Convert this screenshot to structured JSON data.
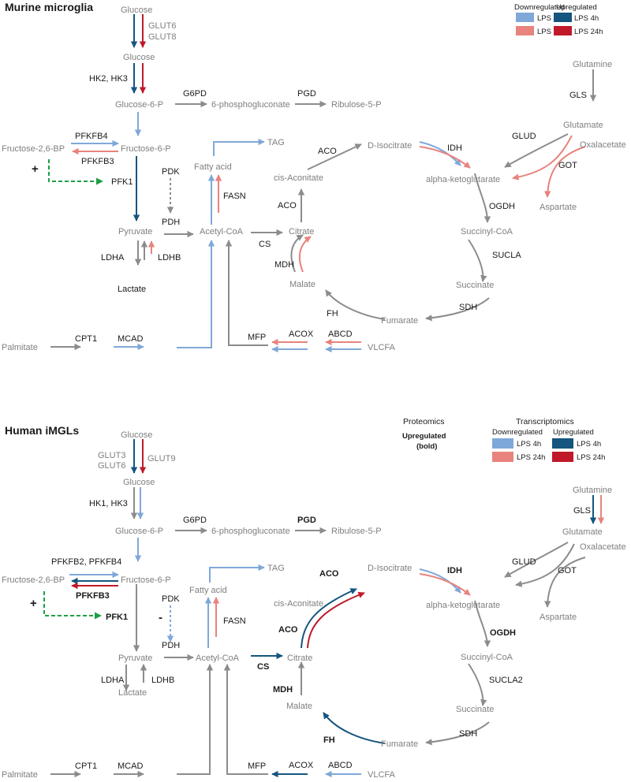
{
  "colors": {
    "gray": "#8c8c8c",
    "down_4h": "#7fa8d9",
    "down_24h": "#e8837d",
    "up_4h": "#15557f",
    "up_24h": "#c0192a",
    "green": "#1f9f45"
  },
  "murine": {
    "title": "Murine microglia",
    "legend": {
      "down_header": "Downregulated",
      "up_header": "Upregulated",
      "lps4": "LPS 4h",
      "lps24": "LPS 24h"
    },
    "met": {
      "glucose_ext": "Glucose",
      "glucose": "Glucose",
      "g6p": "Glucose-6-P",
      "pg6": "6-phosphogluconate",
      "ru5p": "Ribulose-5-P",
      "f26bp": "Fructose-2,6-BP",
      "f6p": "Fructose-6-P",
      "tag": "TAG",
      "fatty_acid": "Fatty acid",
      "pyruvate": "Pyruvate",
      "acetyl_coa": "Acetyl-CoA",
      "lactate": "Lactate",
      "palmitate": "Palmitate",
      "vlcfa": "VLCFA",
      "citrate": "Citrate",
      "cis_aconitate": "cis-Aconitate",
      "d_isocitrate": "D-Isocitrate",
      "akg": "alpha-ketoglutarate",
      "succinyl_coa": "Succinyl-CoA",
      "succinate": "Succinate",
      "fumarate": "Fumarate",
      "malate": "Malate",
      "glutamine": "Glutamine",
      "glutamate": "Glutamate",
      "oxalacetate": "Oxalacetate",
      "aspartate": "Aspartate"
    },
    "enz": {
      "glut": "GLUT6",
      "glut2": "GLUT8",
      "hk": "HK2, HK3",
      "g6pd": "G6PD",
      "pgd": "PGD",
      "pfkfb_a": "PFKFB4",
      "pfkfb_b": "PFKFB3",
      "pfk1": "PFK1",
      "pdk": "PDK",
      "pdh": "PDH",
      "fasn": "FASN",
      "ldha": "LDHA",
      "ldhb": "LDHB",
      "cs": "CS",
      "aco1": "ACO",
      "aco2": "ACO",
      "idh": "IDH",
      "ogdh": "OGDH",
      "sucla": "SUCLA",
      "sdh": "SDH",
      "fh": "FH",
      "mdh": "MDH",
      "gls": "GLS",
      "glud": "GLUD",
      "got": "GOT",
      "cpt1": "CPT1",
      "mcad": "MCAD",
      "mfp": "MFP",
      "acox": "ACOX",
      "abcd": "ABCD"
    },
    "plus": "+"
  },
  "human": {
    "title": "Human iMGLs",
    "legend": {
      "proteomics": "Proteomics",
      "prot_up": "Upregulated",
      "prot_bold": "(bold)",
      "transcriptomics": "Transcriptomics",
      "down_header": "Downregulated",
      "up_header": "Upregulated",
      "lps4": "LPS 4h",
      "lps24": "LPS 24h"
    },
    "met": {
      "glucose_ext": "Glucose",
      "glucose": "Glucose",
      "g6p": "Glucose-6-P",
      "pg6": "6-phosphogluconate",
      "ru5p": "Ribulose-5-P",
      "f26bp": "Fructose-2,6-BP",
      "f6p": "Fructose-6-P",
      "tag": "TAG",
      "fatty_acid": "Fatty acid",
      "pyruvate": "Pyruvate",
      "acetyl_coa": "Acetyl-CoA",
      "lactate": "Lactate",
      "palmitate": "Palmitate",
      "vlcfa": "VLCFA",
      "citrate": "Citrate",
      "cis_aconitate": "cis-Aconitate",
      "d_isocitrate": "D-Isocitrate",
      "akg": "alpha-ketoglutarate",
      "succinyl_coa": "Succinyl-CoA",
      "succinate": "Succinate",
      "fumarate": "Fumarate",
      "malate": "Malate",
      "glutamine": "Glutamine",
      "glutamate": "Glutamate",
      "oxalacetate": "Oxalacetate",
      "aspartate": "Aspartate"
    },
    "enz": {
      "glut": "GLUT3",
      "glut2": "GLUT6",
      "glut3": "GLUT9",
      "hk": "HK1, HK3",
      "g6pd": "G6PD",
      "pgd": "PGD",
      "pfkfb_a": "PFKFB2, PFKFB4",
      "pfkfb_b": "PFKFB3",
      "pfk1": "PFK1",
      "pdk": "PDK",
      "pdh": "PDH",
      "fasn": "FASN",
      "ldha": "LDHA",
      "ldhb": "LDHB",
      "cs": "CS",
      "aco1": "ACO",
      "aco2": "ACO",
      "idh": "IDH",
      "ogdh": "OGDH",
      "sucla": "SUCLA2",
      "sdh": "SDH",
      "fh": "FH",
      "mdh": "MDH",
      "gls": "GLS",
      "glud": "GLUD",
      "got": "GOT",
      "cpt1": "CPT1",
      "mcad": "MCAD",
      "mfp": "MFP",
      "acox": "ACOX",
      "abcd": "ABCD"
    },
    "plus": "+",
    "minus": "-"
  }
}
